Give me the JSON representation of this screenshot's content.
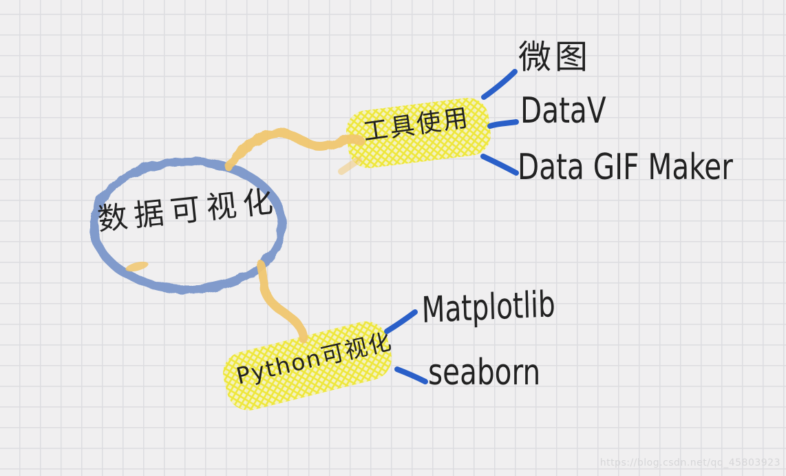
{
  "colors": {
    "background": "#f0eff0",
    "grid-line": "#dcdce0",
    "node-highlight": "#efe72e",
    "node-highlight-wash": "#f8f49c",
    "center-stroke": "#7b97cb",
    "connector-orange": "#f1c76f",
    "connector-blue": "#2a5fc8",
    "text": "#212121",
    "watermark": "#d6d6d8"
  },
  "mindmap": {
    "root": {
      "label": "数据可视化"
    },
    "branches": [
      {
        "label": "工具使用",
        "children": [
          {
            "label": "微图"
          },
          {
            "label": "DataV"
          },
          {
            "label": "Data GIF Maker"
          }
        ]
      },
      {
        "label": "Python可视化",
        "children": [
          {
            "label": "Matplotlib"
          },
          {
            "label": "seaborn"
          }
        ]
      }
    ]
  },
  "watermark": {
    "text": "https://blog.csdn.net/qq_45803923"
  }
}
